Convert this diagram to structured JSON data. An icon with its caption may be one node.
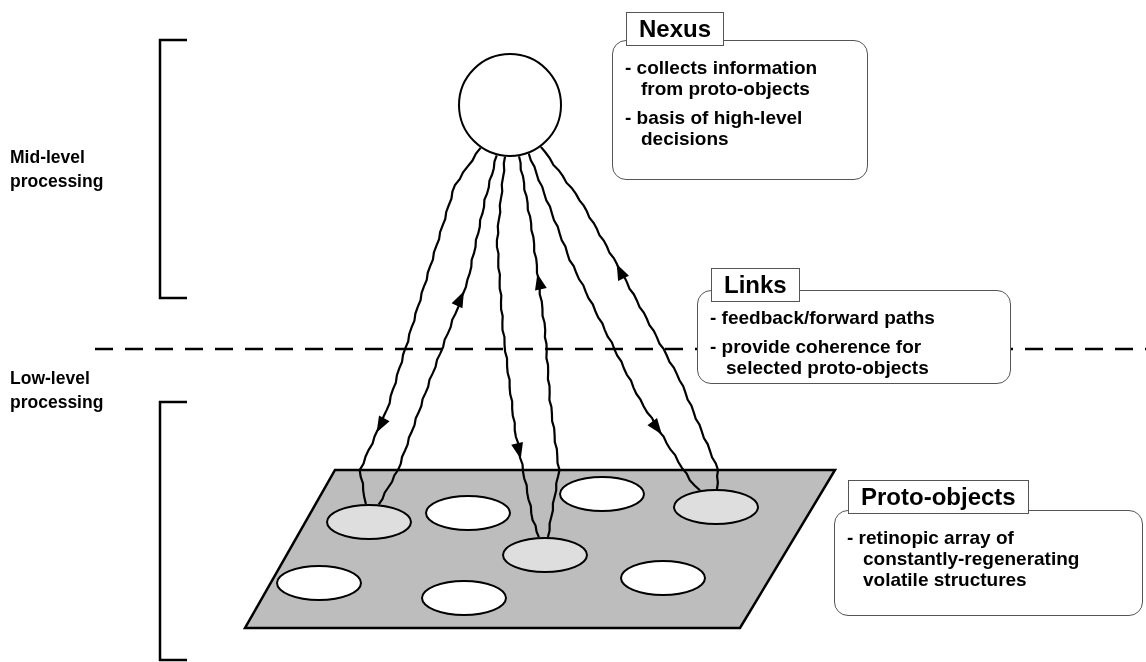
{
  "diagram": {
    "nodes": [
      {
        "text": [],
        "shape": "circle"
      },
      {
        "text": [
          "Nexus",
          "- collects information from proto-objects",
          "- basis of high-level decisions"
        ]
      },
      {
        "text": [
          "Links",
          "- feedback/forward paths",
          "- provide coherence for selected proto-objects"
        ]
      },
      {
        "text": [],
        "shape": "box"
      },
      {
        "text": [],
        "shape": "ellipse",
        "in": 3
      },
      {
        "text": [],
        "shape": "ellipse",
        "in": 3
      },
      {
        "text": [],
        "shape": "ellipse",
        "in": 3
      },
      {
        "text": [],
        "shape": "ellipse",
        "in": 3
      },
      {
        "text": [],
        "shape": "ellipse",
        "in": 3
      },
      {
        "text": [],
        "shape": "ellipse",
        "in": 3
      },
      {
        "text": [],
        "shape": "ellipse",
        "in": 3
      },
      {
        "text": [],
        "shape": "ellipse",
        "in": 3
      },
      {
        "text": [
          "Proto-objects",
          "- retinopic array of constantly-regenerating volatile structures"
        ]
      }
    ],
    "edges": [
      {
        "from": 0,
        "to": 7,
        "arrow": "to"
      },
      {
        "from": 7,
        "to": 0,
        "arrow": "to"
      },
      {
        "from": 0,
        "to": 8,
        "arrow": "to"
      },
      {
        "from": 8,
        "to": 0,
        "arrow": "to"
      },
      {
        "from": 0,
        "to": 5,
        "arrow": "to"
      },
      {
        "from": 5,
        "to": 0,
        "arrow": "to"
      }
    ],
    "labels": [
      "Mid-level processing",
      "Low-level processing"
    ]
  }
}
